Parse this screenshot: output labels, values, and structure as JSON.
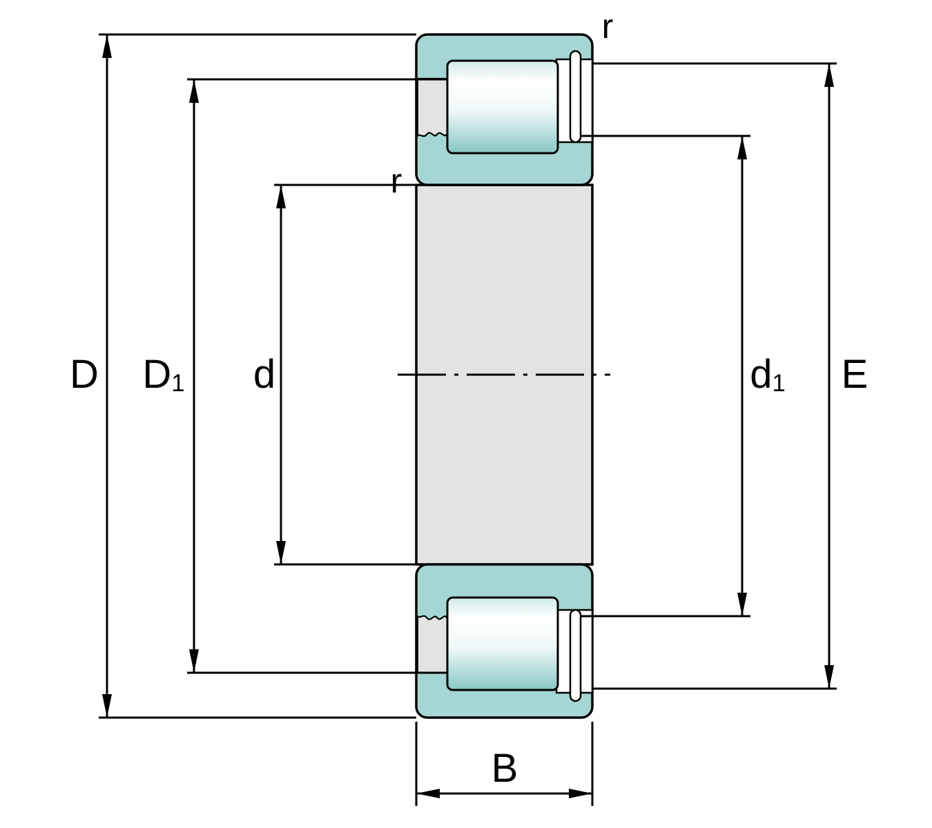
{
  "labels": {
    "D": {
      "main": "D",
      "sub": ""
    },
    "D1": {
      "main": "D",
      "sub": "1"
    },
    "d": {
      "main": "d",
      "sub": ""
    },
    "d1": {
      "main": "d",
      "sub": "1"
    },
    "E": {
      "main": "E",
      "sub": ""
    },
    "B": {
      "main": "B",
      "sub": ""
    },
    "r_outer": {
      "main": "r",
      "sub": ""
    },
    "r_inner": {
      "main": "r",
      "sub": ""
    }
  },
  "colors": {
    "background": "#ffffff",
    "ring_teal": "#a5d6d3",
    "steel_gray": "#e3e3e3",
    "outline": "#000000",
    "roller_highlight": "#ffffff",
    "roller_teal": "#86c7c4"
  }
}
